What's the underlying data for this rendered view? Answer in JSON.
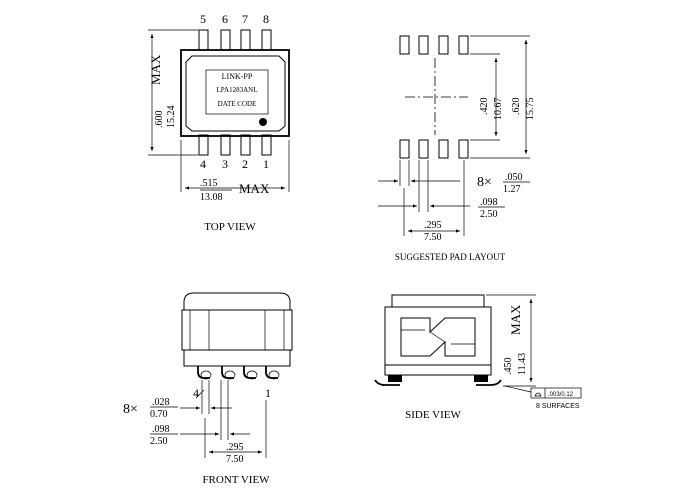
{
  "top_view": {
    "caption": "TOP VIEW",
    "pins_top": [
      "5",
      "6",
      "7",
      "8"
    ],
    "pins_bottom": [
      "4",
      "3",
      "2",
      "1"
    ],
    "label_brand": "LINK-PP",
    "label_part": "LPA1283ANL",
    "label_date": "DATE CODE",
    "height_in": ".600",
    "height_mm": "15.24",
    "height_max": "MAX",
    "width_in": ".515",
    "width_mm": "13.08",
    "width_max": "MAX"
  },
  "pad_layout": {
    "caption": "SUGGESTED PAD LAYOUT",
    "inner_in": ".420",
    "inner_mm": "10.67",
    "outer_in": ".620",
    "outer_mm": "15.75",
    "pitch_mult": "8×",
    "pitch_in": ".050",
    "pitch_mm": "1.27",
    "pad_in": ".098",
    "pad_mm": "2.50",
    "span_in": ".295",
    "span_mm": "7.50"
  },
  "front_view": {
    "caption": "FRONT VIEW",
    "pin_left": "4",
    "pin_right": "1",
    "lead_mult": "8×",
    "lead_in": ".028",
    "lead_mm": "0.70",
    "pad_in": ".098",
    "pad_mm": "2.50",
    "span_in": ".295",
    "span_mm": "7.50"
  },
  "side_view": {
    "caption": "SIDE VIEW",
    "height_in": ".450",
    "height_mm": "11.43",
    "height_max": "MAX",
    "flatness_value": ".003/0.12",
    "surfaces_note": "8 SURFACES"
  }
}
